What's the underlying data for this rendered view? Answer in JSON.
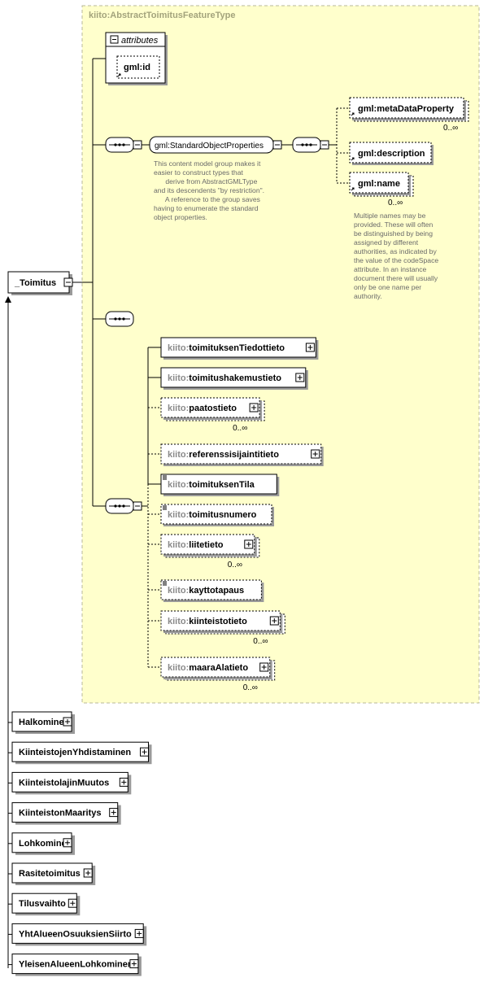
{
  "group": {
    "title": "kiito:AbstractToimitusFeatureType",
    "attributes_label": "attributes",
    "attribute": "gml:id",
    "standard_group": "gml:StandardObjectProperties",
    "standard_note": [
      "This content model group makes it",
      "easier to construct types that",
      "      derive from AbstractGMLType",
      "and its descendents \"by restriction\".",
      "      A reference to the group saves",
      "having to enumerate the standard",
      "object properties."
    ],
    "gml_elements": [
      {
        "label": "gml:metaDataProperty",
        "card": "0..∞"
      },
      {
        "label": "gml:description",
        "card": ""
      },
      {
        "label": "gml:name",
        "card": "0..∞"
      }
    ],
    "name_note": [
      "Multiple names may be",
      "provided.  These will often",
      "be distinguished by being",
      "assigned by different",
      "authorities, as indicated by",
      "the value of the codeSpace",
      "attribute.  In an instance",
      "document there will usually",
      "only be one name per",
      "authority."
    ],
    "kiito_prefix": "kiito:",
    "kiito_elements": [
      {
        "name": "toimituksenTiedottieto",
        "card": ""
      },
      {
        "name": "toimitushakemustieto",
        "card": ""
      },
      {
        "name": "paatostieto",
        "card": "0..∞"
      },
      {
        "name": "referenssisijaintitieto",
        "card": ""
      },
      {
        "name": "toimituksenTila",
        "card": ""
      },
      {
        "name": "toimitusnumero",
        "card": ""
      },
      {
        "name": "liitetieto",
        "card": "0..∞"
      },
      {
        "name": "kayttotapaus",
        "card": ""
      },
      {
        "name": "kiinteistotieto",
        "card": "0..∞"
      },
      {
        "name": "maaraAlatieto",
        "card": "0..∞"
      }
    ]
  },
  "root": "_Toimitus",
  "subtypes": [
    "Halkominen",
    "KiinteistojenYhdistaminen",
    "KiinteistolajinMuutos",
    "KiinteistonMaaritys",
    "Lohkominen",
    "Rasitetoimitus",
    "Tilusvaihto",
    "YhtAlueenOsuuksienSiirto",
    "YleisenAlueenLohkominen"
  ]
}
